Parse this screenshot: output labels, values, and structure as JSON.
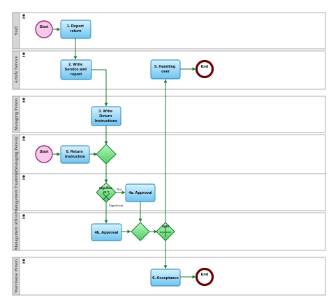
{
  "colors": {
    "lane_header": "#d6d6d6",
    "lane_border": "#9a9a9a",
    "task_fill": "#8fd3f5",
    "task_stroke": "#1f7fb0",
    "gateway_fill": "#7ee08a",
    "gateway_stroke": "#1a7a2a",
    "flow": "#1a7a2a",
    "start_fill": "#f7c8ea",
    "start_stroke": "#9c2a72",
    "end_stroke": "#6a0000"
  },
  "lanes": [
    {
      "title": "Staff"
    },
    {
      "title": "Article Service"
    },
    {
      "title": "Managing Person"
    },
    {
      "title": "(Managing Person)"
    },
    {
      "title": "Management Examiner"
    },
    {
      "title": "Management officer"
    },
    {
      "title": "Warehouse Person"
    }
  ],
  "events": {
    "start1": {
      "label": "Start"
    },
    "start2": {
      "label": "Start"
    },
    "end1": {
      "label": "End"
    },
    "end2": {
      "label": "End"
    }
  },
  "tasks": {
    "t1": {
      "lines": [
        "1. Report",
        "return"
      ]
    },
    "t2": {
      "lines": [
        "2. Write",
        "Service and",
        "report"
      ]
    },
    "t5": {
      "lines": [
        "5. Handling",
        "over"
      ]
    },
    "t3": {
      "lines": [
        "3. Write",
        "Return",
        "Instructions"
      ]
    },
    "t0": {
      "lines": [
        "0. Return",
        "Instruction"
      ]
    },
    "t4a": {
      "lines": [
        "4a. Approval"
      ]
    },
    "t4b": {
      "lines": [
        "4b. Approval"
      ]
    },
    "t6": {
      "lines": [
        "6. Acceptance"
      ]
    }
  },
  "gateways": {
    "g_sig": {
      "lines": [
        "Significa",
        "nt ?"
      ]
    },
    "g_split": {
      "lines": [
        "Split"
      ]
    }
  },
  "flow_labels": {
    "not": "Not",
    "significant": "Significant"
  },
  "icons": {
    "lane_icon": "person-icon",
    "gateway_parallel": "plus-icon",
    "gateway_exclusive": "x-icon"
  }
}
